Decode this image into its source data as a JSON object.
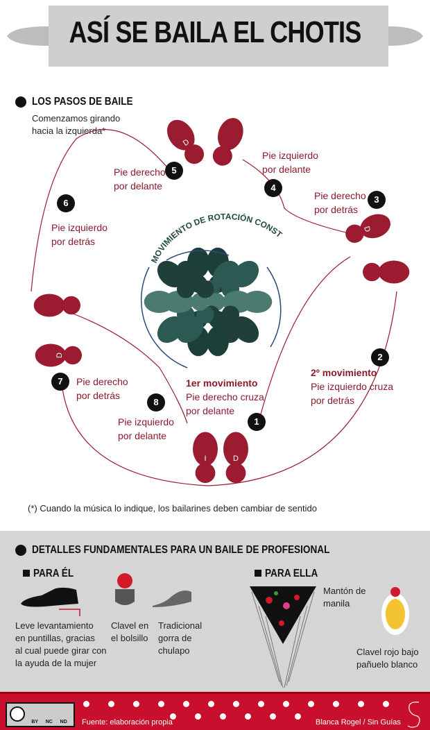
{
  "title": "ASÍ SE BAILA EL CHOTIS",
  "steps_section": {
    "heading": "LOS PASOS DE BAILE",
    "intro": "Comenzamos girando\nhacia la izquierda*",
    "rotation_label": "MOVIMIENTO DE ROTACIÓN CONSTANTE",
    "steps": [
      {
        "num": "1",
        "title": "1er movimiento",
        "text": "Pie derecho cruza\npor delante"
      },
      {
        "num": "2",
        "title": "2º movimiento",
        "text": "Pie izquierdo cruza\npor detrás"
      },
      {
        "num": "3",
        "text": "Pie derecho\npor detrás"
      },
      {
        "num": "4",
        "text": "Pie izquierdo\npor delante"
      },
      {
        "num": "5",
        "text": "Pie derecho\npor delante"
      },
      {
        "num": "6",
        "text": "Pie izquierdo\npor detrás"
      },
      {
        "num": "7",
        "text": "Pie derecho\npor detrás"
      },
      {
        "num": "8",
        "text": "Pie izquierdo\npor delante"
      }
    ],
    "shoe_letters": {
      "left": "I",
      "right": "D"
    },
    "footnote": "(*) Cuando la música lo indique, los bailarines deben cambiar de sentido"
  },
  "details": {
    "heading": "DETALLES FUNDAMENTALES PARA UN BAILE DE PROFESIONAL",
    "him": {
      "heading": "PARA ÉL",
      "items": [
        "Leve levantamiento\nen puntillas, gracias\nal cual puede girar con\nla ayuda de la mujer",
        "Clavel en\nel bolsillo",
        "Tradicional\ngorra de\nchulapo"
      ]
    },
    "her": {
      "heading": "PARA ELLA",
      "items": [
        "Mantón de\nmanila",
        "Clavel rojo bajo\npañuelo blanco"
      ]
    }
  },
  "footer": {
    "license": [
      "BY",
      "NC",
      "ND"
    ],
    "source": "Fuente: elaboración propia",
    "author": "Blanca Rogel / Sin Guías"
  },
  "colors": {
    "shoe": "#9b1b30",
    "green": "#1f4a44",
    "footer": "#c8102e"
  }
}
